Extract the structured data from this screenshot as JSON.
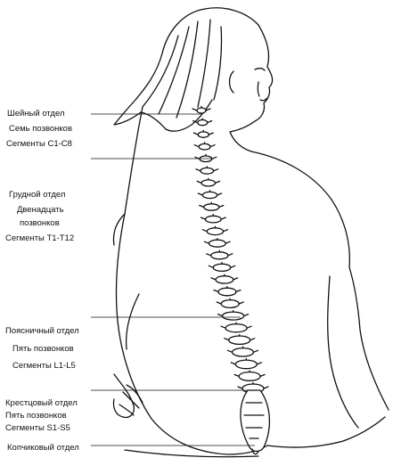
{
  "regions": {
    "cervical": {
      "name": "Шейный отдел",
      "count": "Семь позвонков",
      "segments": "Сегменты C1-C8"
    },
    "thoracic": {
      "name": "Грудной отдел",
      "count_line1": "Двенадцать",
      "count_line2": "позвонков",
      "segments": "Сегменты  T1-T12"
    },
    "lumbar": {
      "name": "Поясничный отдел",
      "count": "Пять  позвонков",
      "segments": "Сегменты  L1-L5"
    },
    "sacral": {
      "name": "Крестцовый отдел",
      "count": "Пять позвонков",
      "segments": "Сегменты  S1-S5"
    },
    "coccygeal": {
      "name": "Копчиковый   отдел"
    }
  },
  "colors": {
    "ink": "#111111",
    "paper": "#ffffff"
  }
}
